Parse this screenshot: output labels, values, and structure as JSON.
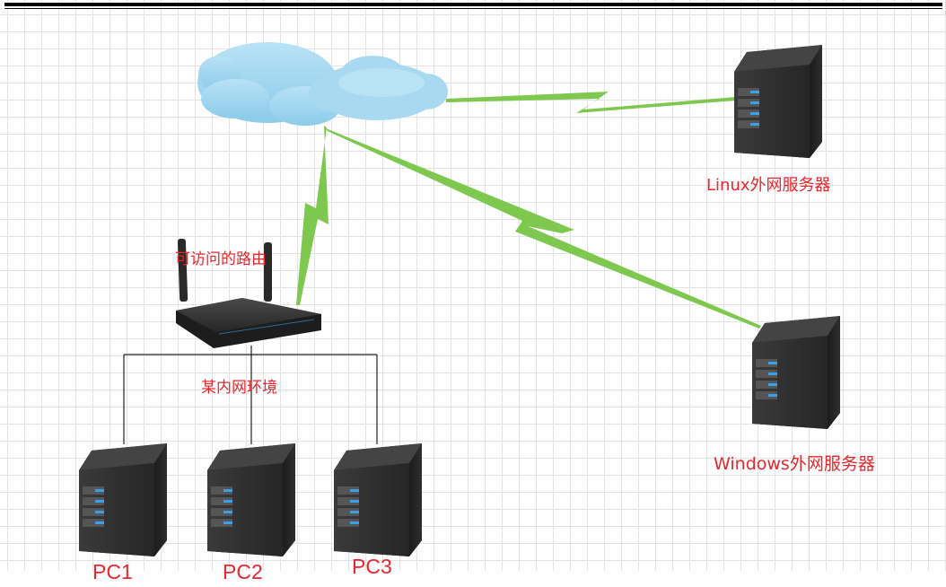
{
  "labels": {
    "router": "可访问的路由",
    "lan": "某内网环境",
    "linux_server": "Linux外网服务器",
    "windows_server": "Windows外网服务器",
    "pc1": "PC1",
    "pc2": "PC2",
    "pc3": "PC3"
  },
  "colors": {
    "label_text": "#e8262b",
    "link_green": "#7ec850",
    "cloud_blue": "#9fd3ee",
    "server_body": "#2b2b2b",
    "server_led": "#3aa0e8",
    "grid_line": "#e3e3e3"
  },
  "icons": {
    "cloud": "cloud-icon",
    "router": "router-icon",
    "server": "server-icon"
  }
}
